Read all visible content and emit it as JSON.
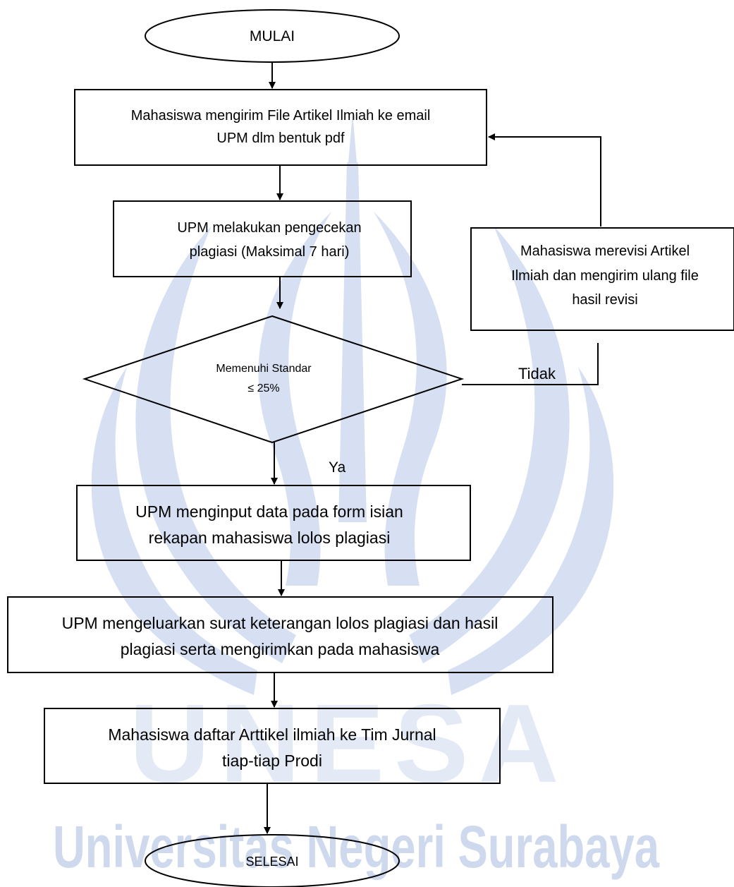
{
  "watermark": {
    "acronym": "UNESA",
    "name": "Universitas Negeri Surabaya",
    "color": "#cdd8ee",
    "acronym_color": "#e6ecf7"
  },
  "colors": {
    "stroke": "#000000",
    "background": "#ffffff"
  },
  "flowchart": {
    "start": "MULAI",
    "step1": [
      "Mahasiswa mengirim File Artikel Ilmiah ke email",
      "UPM dlm bentuk pdf"
    ],
    "step2": [
      "UPM  melakukan pengecekan",
      "plagiasi (Maksimal 7 hari)"
    ],
    "decision": [
      "Memenuhi Standar",
      "≤ 25%"
    ],
    "no_label": "Tidak",
    "yes_label": "Ya",
    "revise": [
      "Mahasiswa merevisi  Artikel",
      "Ilmiah dan mengirim ulang  file",
      "hasil revisi"
    ],
    "step3": [
      "UPM  menginput data pada form isian",
      "rekapan mahasiswa lolos plagiasi"
    ],
    "step4": [
      "UPM mengeluarkan surat keterangan lolos plagiasi  dan hasil",
      "plagiasi serta mengirimkan pada mahasiswa"
    ],
    "step5": [
      "Mahasiswa daftar Arttikel ilmiah ke Tim Jurnal",
      "tiap-tiap Prodi"
    ],
    "end": "SELESAI"
  }
}
